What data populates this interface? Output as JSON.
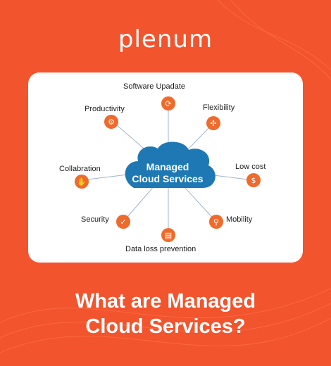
{
  "brand": {
    "logo_text": "plenum"
  },
  "diagram": {
    "center": {
      "line1": "Managed",
      "line2": "Cloud Services"
    },
    "nodes": [
      {
        "label": "Software Upadate",
        "icon": "refresh-icon"
      },
      {
        "label": "Flexibility",
        "icon": "arrows-icon"
      },
      {
        "label": "Low cost",
        "icon": "coin-icon"
      },
      {
        "label": "Mobility",
        "icon": "network-icon"
      },
      {
        "label": "Data loss prevention",
        "icon": "document-icon"
      },
      {
        "label": "Security",
        "icon": "shield-icon"
      },
      {
        "label": "Collabration",
        "icon": "handshake-icon"
      },
      {
        "label": "Productivity",
        "icon": "gear-icon"
      }
    ]
  },
  "headline": {
    "line1": "What are Managed",
    "line2": "Cloud Services?"
  },
  "colors": {
    "background": "#f2542d",
    "accent": "#ef6a2b",
    "cloud": "#1e78b4"
  }
}
